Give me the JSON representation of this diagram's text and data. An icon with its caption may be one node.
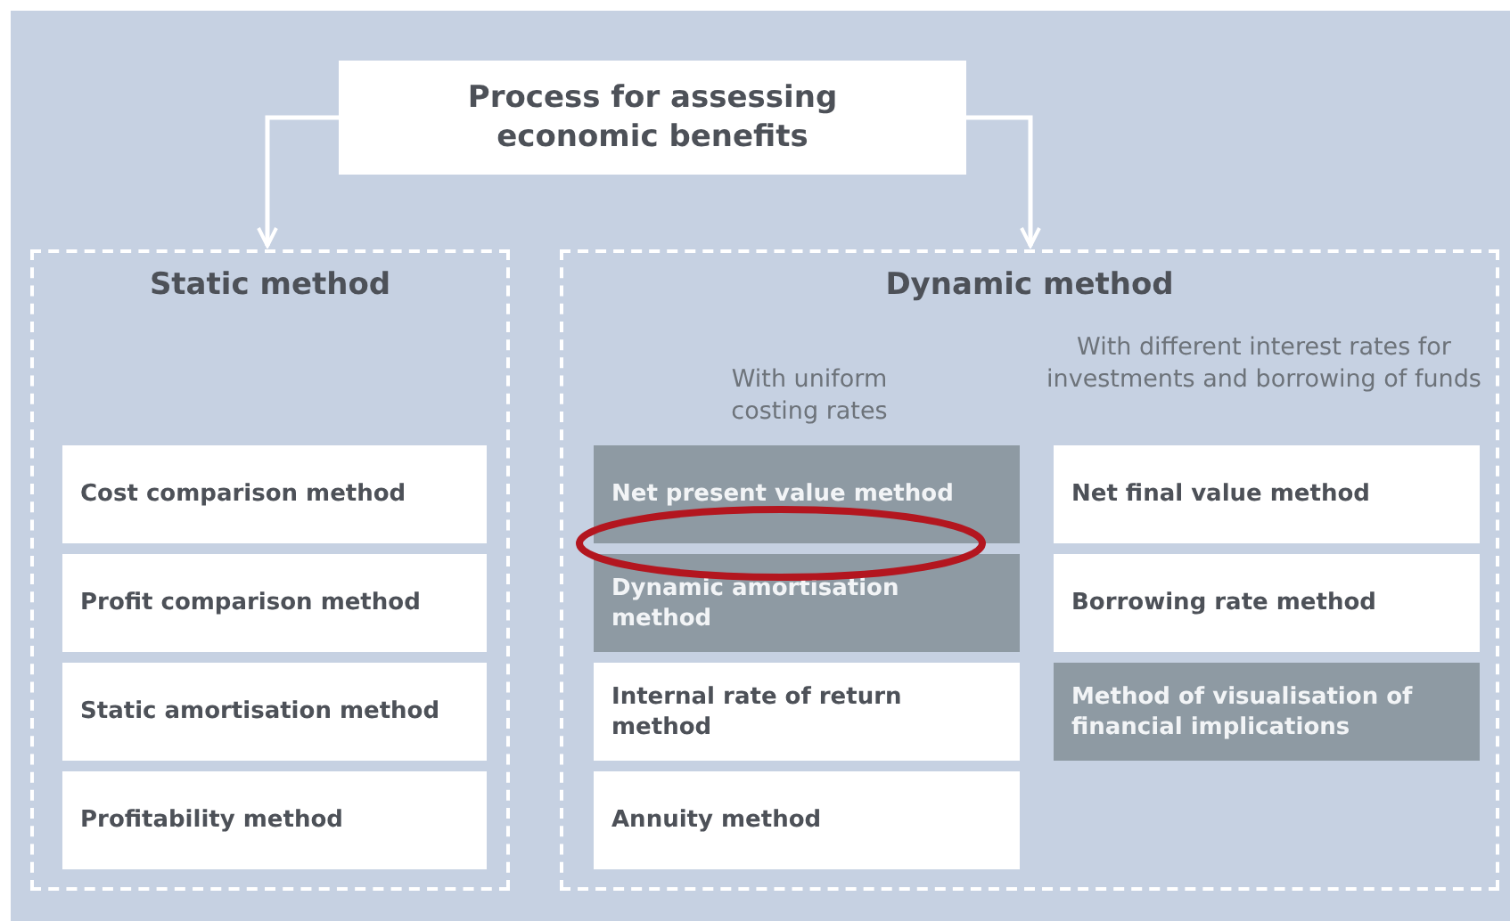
{
  "diagram": {
    "nodes": [
      {
        "text": [
          "Process for assessing economic benefits"
        ]
      },
      {
        "text": [
          "Static method"
        ]
      },
      {
        "text": [
          "Cost comparison method"
        ],
        "in": 1
      },
      {
        "text": [
          "Profit comparison method"
        ],
        "in": 1
      },
      {
        "text": [
          "Static amortisation method"
        ],
        "in": 1
      },
      {
        "text": [
          "Profitability method"
        ],
        "in": 1
      },
      {
        "text": [
          "Dynamic method"
        ]
      },
      {
        "text": [
          "Net present value method"
        ],
        "in": 6
      },
      {
        "text": [
          "Dynamic amortisation method"
        ],
        "in": 6
      },
      {
        "text": [
          "Internal rate of return method"
        ],
        "in": 6
      },
      {
        "text": [
          "Annuity method"
        ],
        "in": 6
      },
      {
        "text": [
          "Net final value method"
        ],
        "in": 6
      },
      {
        "text": [
          "Borrowing rate method"
        ],
        "in": 6
      },
      {
        "text": [
          "Method of visualisation of financial implications"
        ],
        "in": 6
      }
    ],
    "edges": [
      {
        "from": 0,
        "to": 1,
        "arrow": "to"
      },
      {
        "from": 0,
        "to": 6,
        "arrow": "to"
      }
    ],
    "labels": [
      "With uniform costing rates",
      "With different interest rates for investments and borrowing of funds"
    ]
  }
}
